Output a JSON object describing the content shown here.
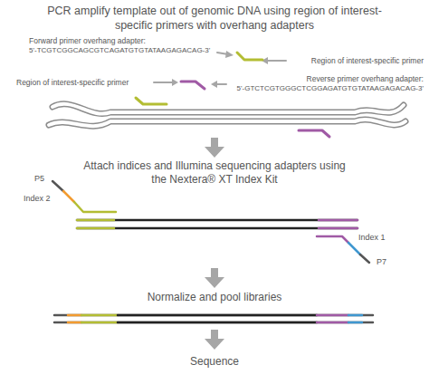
{
  "diagram": {
    "labels": [
      "PCR amplify template out of genomic DNA using region of interest-specific primers with overhang adapters",
      "Forward primer overhang adapter:",
      "5'-TCGTCGGCAGCGTCAGATGTGTATAAGAGACAG-3'",
      "Region of interest-specific primer",
      "Region of interest-specific primer",
      "Reverse primer overhang adapter:",
      "5'-GTCTCGTGGGCTCGGAGATGTGTATAAGAGACAG-3'",
      "Attach indices and Illumina sequencing adapters using the Nextera® XT Index Kit",
      "P5",
      "Index 2",
      "Index 1",
      "P7",
      "Normalize and pool libraries",
      "Sequence"
    ]
  }
}
